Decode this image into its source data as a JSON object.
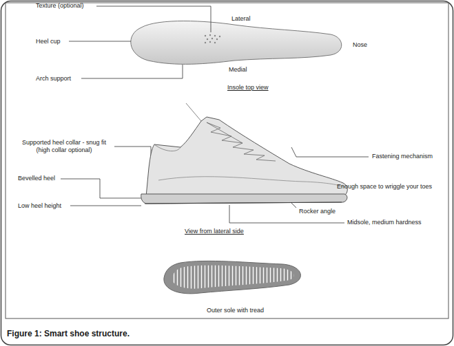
{
  "diagram": {
    "caption": "Figure 1: Smart shoe structure.",
    "labels": [
      "Texture (optional)",
      "Lateral",
      "Heel cup",
      "Nose",
      "Arch support",
      "Medial",
      "Insole top view",
      "Supported heel collar - snug fit (high collar optional)",
      "Fastening mechanism",
      "Bevelled heel",
      "Enough space to wriggle your toes",
      "Low heel height",
      "Rocker angle",
      "Midsole, medium hardness",
      "View from lateral side",
      "Outer sole with tread"
    ]
  }
}
